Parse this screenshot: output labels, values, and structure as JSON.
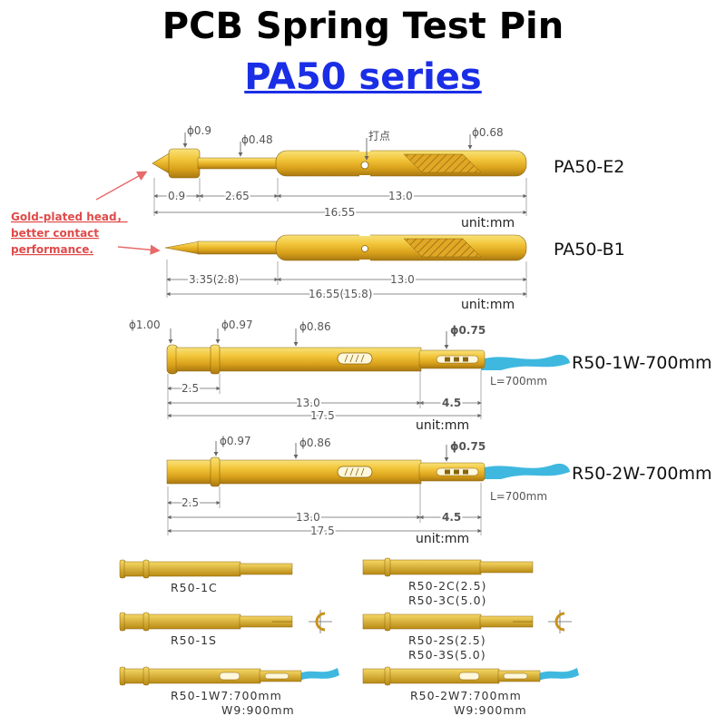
{
  "title": "PCB Spring Test Pin",
  "subtitle": "PA50 series",
  "note": {
    "lines": [
      "Gold-plated head，",
      "better contact",
      "performance."
    ]
  },
  "pa50_e2": {
    "name": "PA50-E2",
    "diam_head": "ϕ0.9",
    "diam_shaft": "ϕ0.48",
    "mark": "打点",
    "diam_barrel": "ϕ0.68",
    "dim_tip": "0.9",
    "dim_plunger": "2.65",
    "dim_barrel": "13.0",
    "dim_total": "16.55",
    "unit": "unit:mm"
  },
  "pa50_b1": {
    "name": "PA50-B1",
    "dim_plunger": "3.35(2.8)",
    "dim_barrel": "13.0",
    "dim_total": "16.55(15.8)",
    "unit": "unit:mm"
  },
  "r50_1w": {
    "name": "R50-1W-700mm",
    "diam_collar": "ϕ1.00",
    "diam_ring": "ϕ0.97",
    "diam_body": "ϕ0.86",
    "diam_tail": "ϕ0.75",
    "wire_len": "L=700mm",
    "dim_head": "2.5",
    "dim_body": "13.0",
    "dim_tail": "4.5",
    "dim_total": "17.5",
    "unit": "unit:mm"
  },
  "r50_2w": {
    "name": "R50-2W-700mm",
    "diam_ring": "ϕ0.97",
    "diam_body": "ϕ0.86",
    "diam_tail": "ϕ0.75",
    "wire_len": "L=700mm",
    "dim_head": "2.5",
    "dim_body": "13.0",
    "dim_tail": "4.5",
    "dim_total": "17.5",
    "unit": "unit:mm"
  },
  "small": {
    "r50_1c": "R50-1C",
    "r50_2c": "R50-2C(2.5)",
    "r50_3c": "R50-3C(5.0)",
    "r50_1s": "R50-1S",
    "r50_2s": "R50-2S(2.5)",
    "r50_3s": "R50-3S(5.0)",
    "r50_1w7": "R50-1W7:700mm",
    "r50_1w9": "W9:900mm",
    "r50_2w7": "R50-2W7:700mm",
    "r50_2w9": "W9:900mm"
  },
  "colors": {
    "gold": "#e8b422",
    "gold_light": "#f6d865",
    "gold_dark": "#b8860b",
    "wire": "#3fb8e0",
    "note": "#e04a4a",
    "subtitle": "#1a2ee6"
  }
}
